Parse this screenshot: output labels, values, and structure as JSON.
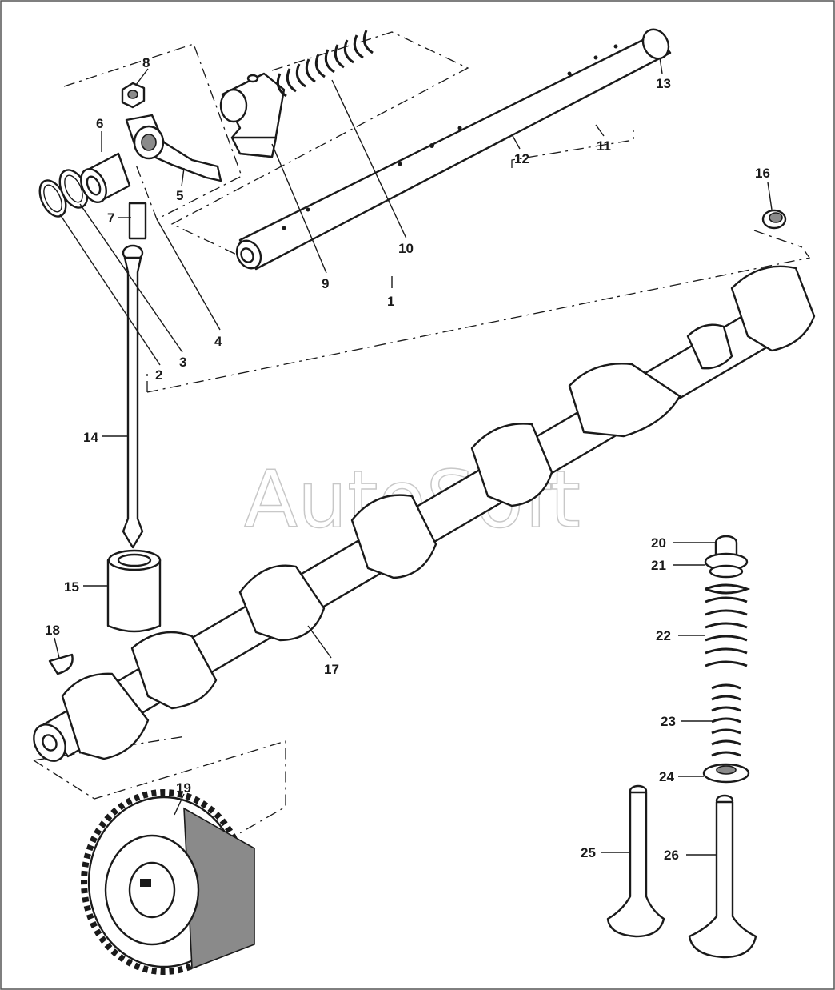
{
  "watermark": "AutoSoft",
  "callouts": [
    {
      "id": "1",
      "text": "1"
    },
    {
      "id": "2",
      "text": "2"
    },
    {
      "id": "3",
      "text": "3"
    },
    {
      "id": "4",
      "text": "4"
    },
    {
      "id": "5",
      "text": "5"
    },
    {
      "id": "6",
      "text": "6"
    },
    {
      "id": "7",
      "text": "7"
    },
    {
      "id": "8",
      "text": "8"
    },
    {
      "id": "9",
      "text": "9"
    },
    {
      "id": "10",
      "text": "10"
    },
    {
      "id": "11",
      "text": "11"
    },
    {
      "id": "12",
      "text": "12"
    },
    {
      "id": "13",
      "text": "13"
    },
    {
      "id": "14",
      "text": "14"
    },
    {
      "id": "15",
      "text": "15"
    },
    {
      "id": "16",
      "text": "16"
    },
    {
      "id": "17",
      "text": "17"
    },
    {
      "id": "18",
      "text": "18"
    },
    {
      "id": "19",
      "text": "19"
    },
    {
      "id": "20",
      "text": "20"
    },
    {
      "id": "21",
      "text": "21"
    },
    {
      "id": "22",
      "text": "22"
    },
    {
      "id": "23",
      "text": "23"
    },
    {
      "id": "24",
      "text": "24"
    },
    {
      "id": "25",
      "text": "25"
    },
    {
      "id": "26",
      "text": "26"
    }
  ]
}
